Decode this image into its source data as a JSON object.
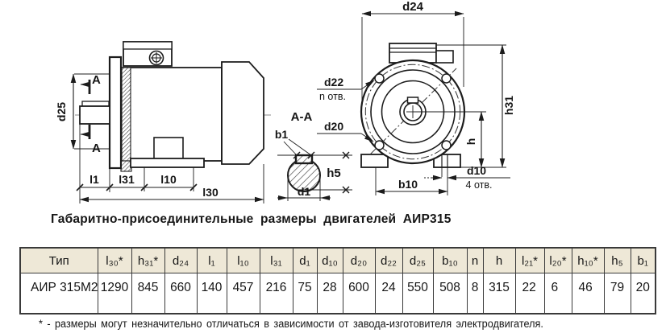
{
  "title": "Габаритно-присоединительные размеры двигателей АИР315",
  "footnote": "* - размеры могут незначительно отличаться в зависимости от завода-изготовителя  электродвигателя.",
  "colors": {
    "line": "#1c1c1c",
    "table_border": "#3a3a3a",
    "table_header_bg": "#eee8d7",
    "text": "#161616"
  },
  "drawing": {
    "side_view": {
      "d25": "d25",
      "section_mark_top": "A",
      "section_mark_bottom": "A",
      "l1": "l1",
      "l31": "l31",
      "l10": "l10",
      "l30": "l30"
    },
    "section_view": {
      "title": "A-A",
      "b1": "b1",
      "h5": "h5",
      "d1": "d1"
    },
    "front_view": {
      "d24": "d24",
      "d22": "d22",
      "n_holes": "n отв.",
      "d20": "d20",
      "h31": "h31",
      "h": "h",
      "b10": "b10",
      "d10": "d10",
      "four_holes": "4 отв."
    }
  },
  "table": {
    "headers": [
      "Тип",
      "l₃₀*",
      "h₃₁*",
      "d₂₄",
      "l₁",
      "l₁₀",
      "l₃₁",
      "d₁",
      "d₁₀",
      "d₂₀",
      "d₂₂",
      "d₂₅",
      "b₁₀",
      "n",
      "h",
      "l₂₁*",
      "l₂₀*",
      "h₁₀*",
      "h₅",
      "b₁"
    ],
    "row": [
      "АИР 315М2",
      "1290",
      "845",
      "660",
      "140",
      "457",
      "216",
      "75",
      "28",
      "600",
      "24",
      "550",
      "508",
      "8",
      "315",
      "22",
      "6",
      "46",
      "79",
      "20"
    ]
  }
}
